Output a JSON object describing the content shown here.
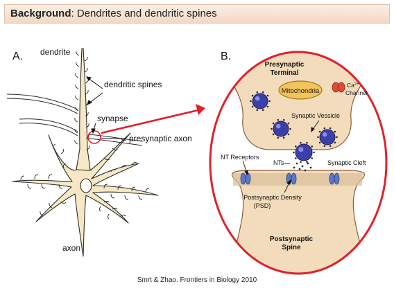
{
  "header": {
    "title_bold": "Background",
    "title_rest": ": Dendrites and dendritic spines"
  },
  "panel_a": {
    "letter": "A.",
    "labels": {
      "dendrite": "dendrite",
      "dendritic_spines": "dendritic spines",
      "synapse": "synapse",
      "presynaptic_axon": "presynaptic axon",
      "axon": "axon"
    }
  },
  "panel_b": {
    "letter": "B.",
    "labels": {
      "presynaptic_terminal_line1": "Presynaptic",
      "presynaptic_terminal_line2": "Terminal",
      "mitochondria": "Mitochondria",
      "ca_channel_line1": "Ca",
      "ca_channel_sup": "2+",
      "ca_channel_line2": "Channel",
      "synaptic_vessicle": "Synaptic Vessicle",
      "nt_receptors": "NT Receptors",
      "nts": "NTs",
      "synaptic_cleft": "Synaptic Cleft",
      "psd_line1": "Postsynaptic Density",
      "psd_line2": "(PSD)",
      "postsynaptic_spine_line1": "Postsynaptic",
      "postsynaptic_spine_line2": "Spine"
    }
  },
  "footer": {
    "credit": "Smrt & Zhao. Frontiers in Biology 2010"
  },
  "colors": {
    "neuron_fill": "#f6e8c4",
    "neuron_stroke": "#2a2a2a",
    "highlight_red": "#e0202a",
    "terminal_fill": "#f3dcbb",
    "vesicle_blue": "#3b3fa8",
    "receptor_blue": "#5b78c8",
    "mito_fill": "#f2c45a"
  }
}
